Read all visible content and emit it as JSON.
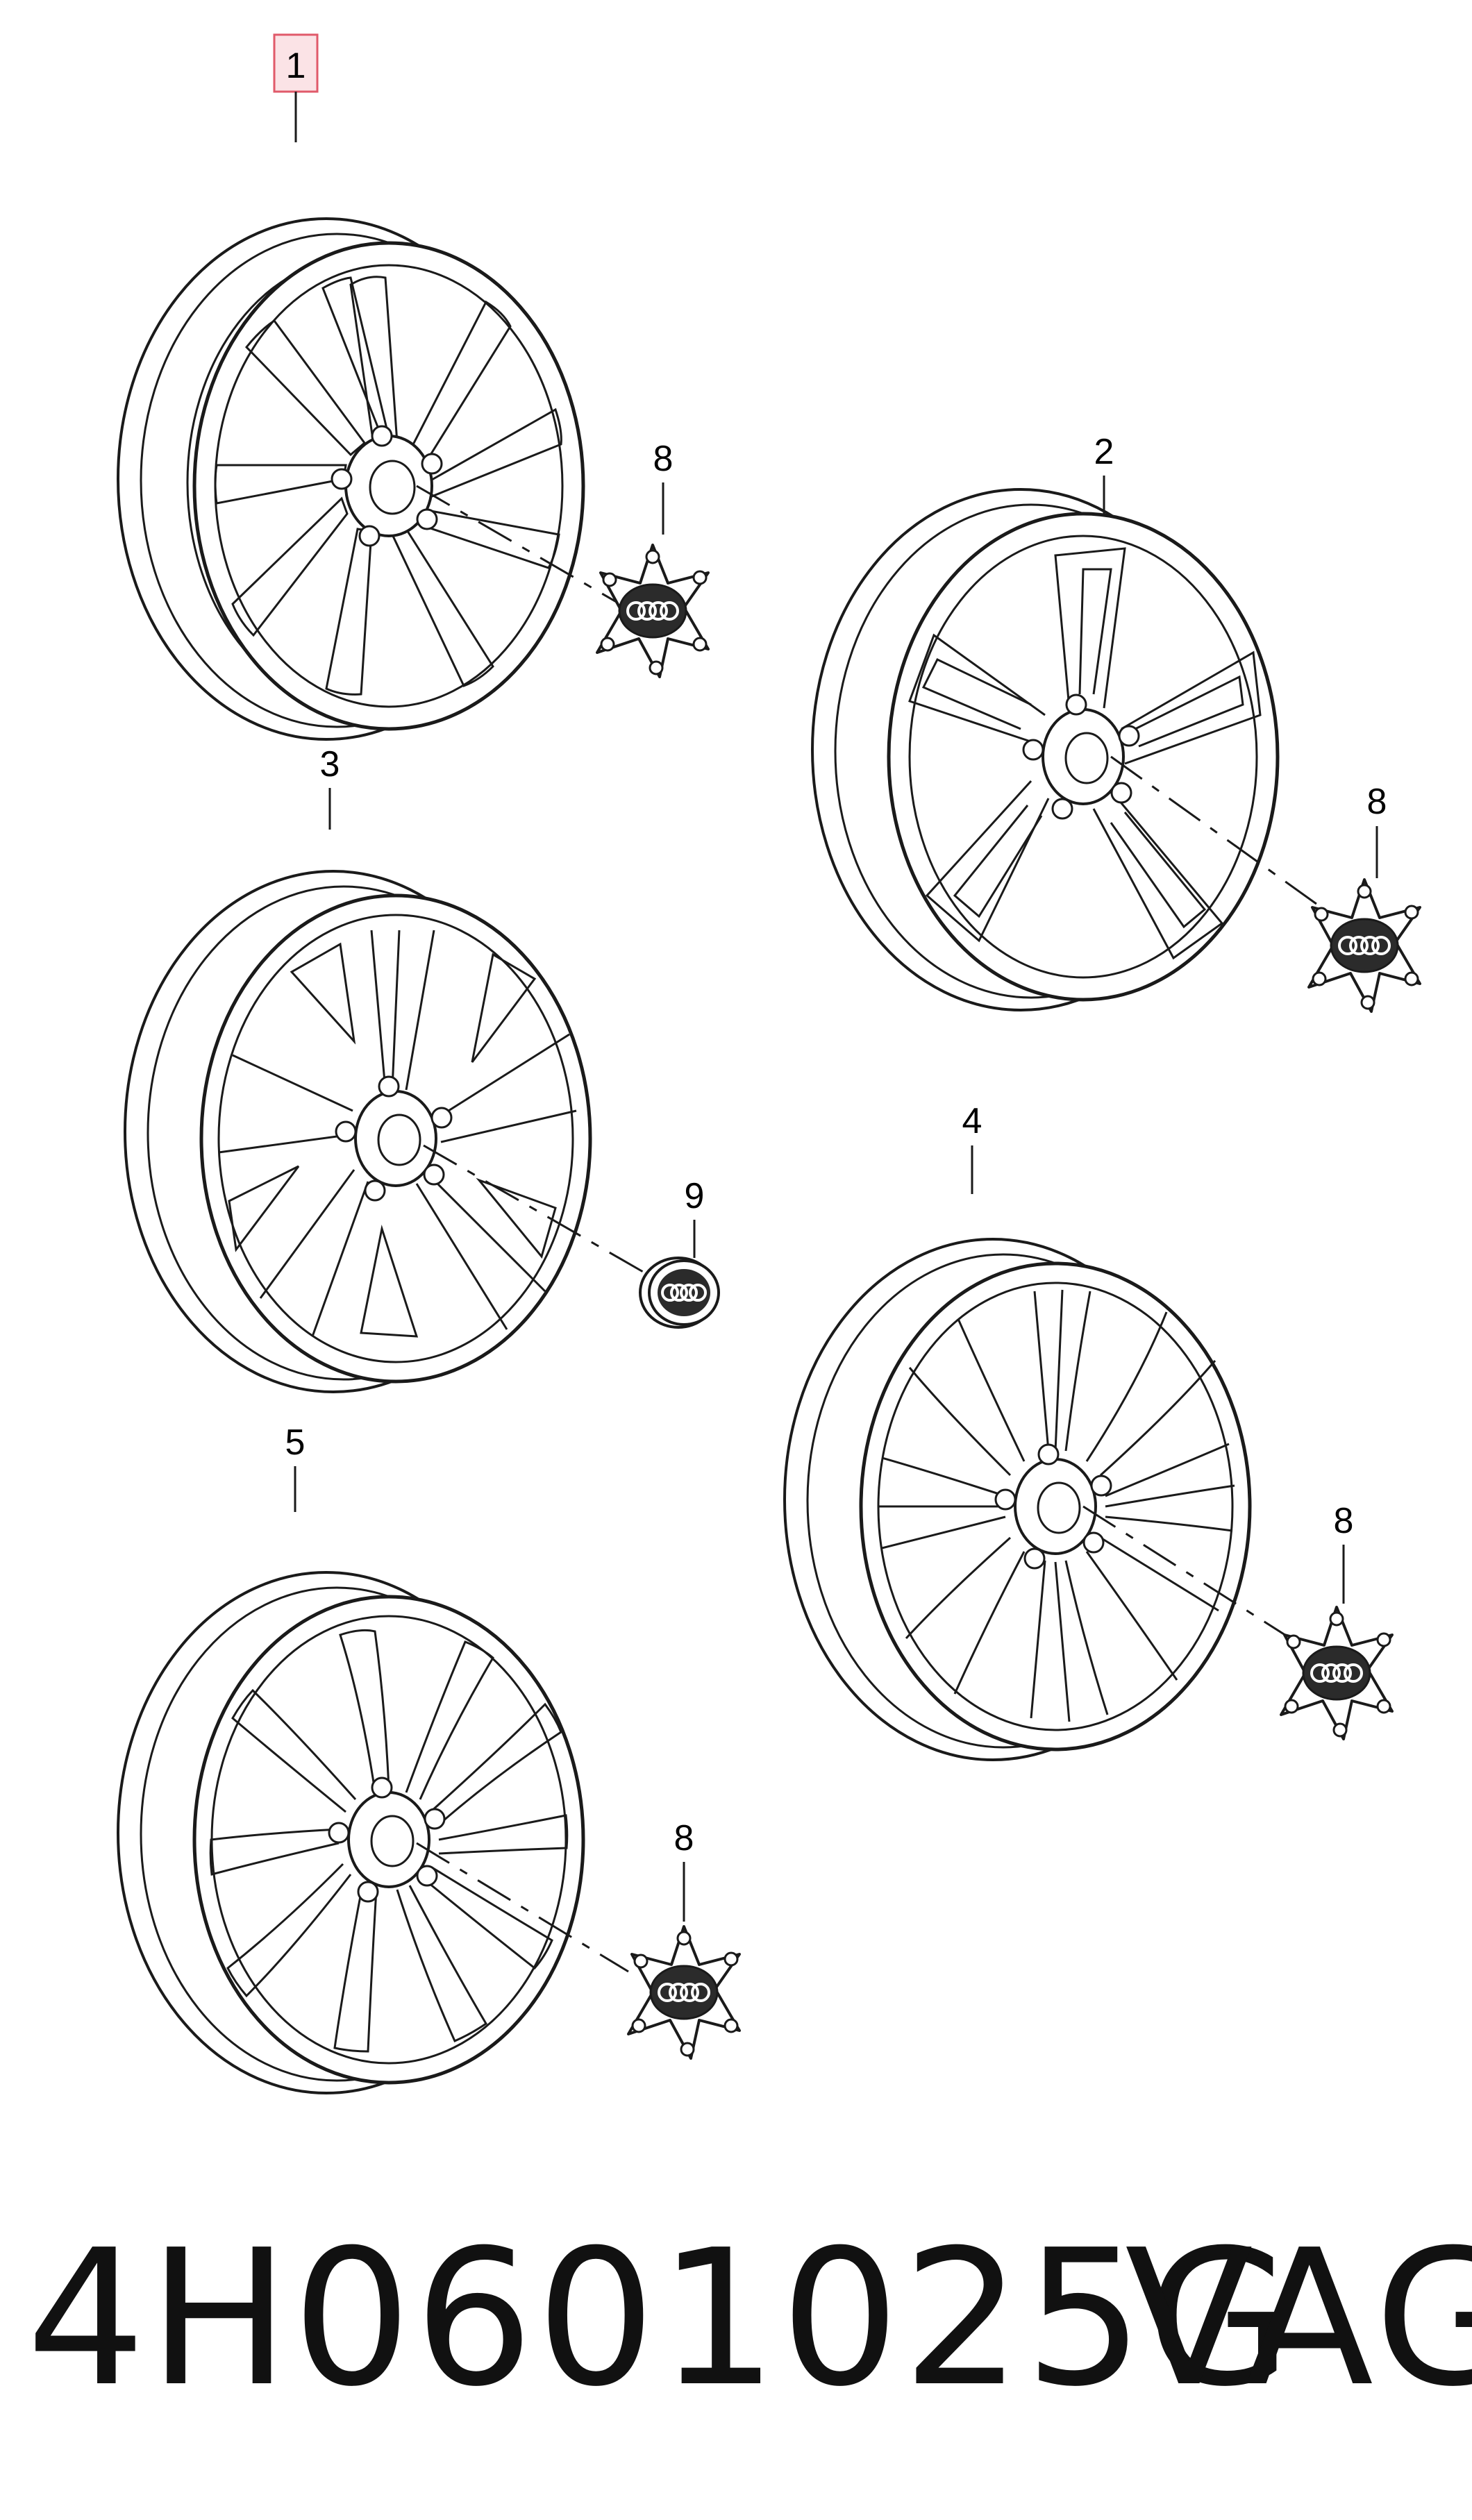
{
  "callouts": {
    "wheel1": "1",
    "wheel2": "2",
    "wheel3": "3",
    "wheel4": "4",
    "wheel5": "5",
    "cap_w1": "8",
    "cap_w2": "8",
    "cap_w3": "9",
    "cap_w4": "8",
    "cap_w5": "8"
  },
  "footer": {
    "part_number": "4H0601025G",
    "brand": "VAG"
  },
  "colors": {
    "line": "#1a1a1a",
    "highlight_box": "#e05a6a",
    "highlight_fill": "#fbe3e6"
  }
}
